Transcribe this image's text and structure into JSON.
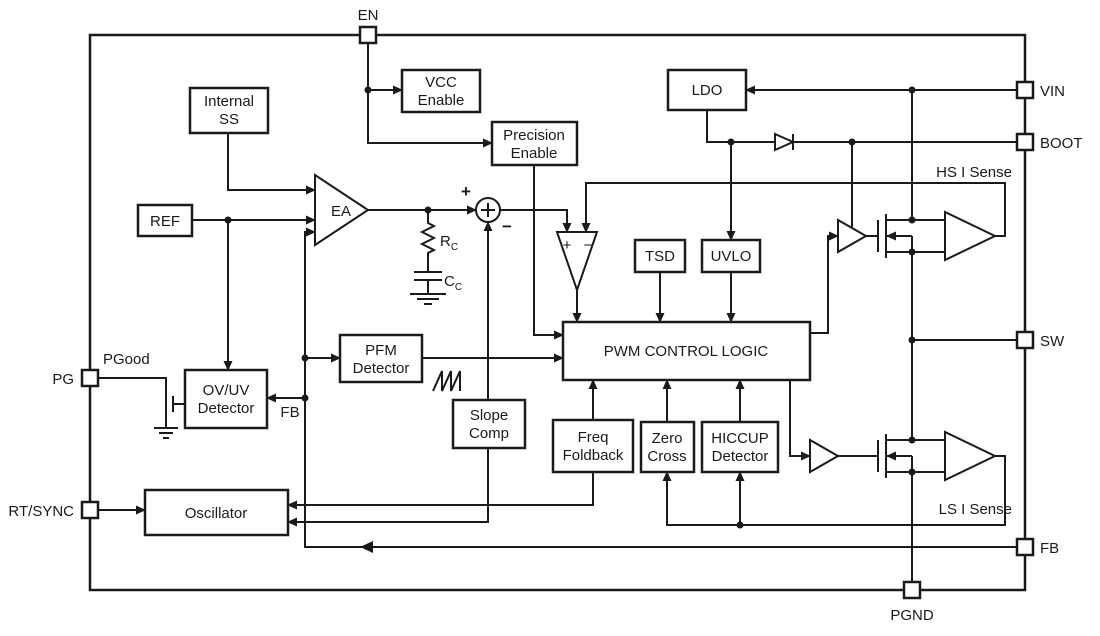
{
  "pins": {
    "en": "EN",
    "vin": "VIN",
    "boot": "BOOT",
    "sw": "SW",
    "fb": "FB",
    "pgnd": "PGND",
    "pg": "PG",
    "rt_sync": "RT/SYNC"
  },
  "blocks": {
    "internal_ss": {
      "line1": "Internal",
      "line2": "SS"
    },
    "vcc_enable": {
      "line1": "VCC",
      "line2": "Enable"
    },
    "ldo": {
      "line1": "LDO"
    },
    "precision_enable": {
      "line1": "Precision",
      "line2": "Enable"
    },
    "ref": {
      "line1": "REF"
    },
    "ea": {
      "line1": "EA"
    },
    "pfm_detector": {
      "line1": "PFM",
      "line2": "Detector"
    },
    "ovuv_detector": {
      "line1": "OV/UV",
      "line2": "Detector"
    },
    "slope_comp": {
      "line1": "Slope",
      "line2": "Comp"
    },
    "tsd": {
      "line1": "TSD"
    },
    "uvlo": {
      "line1": "UVLO"
    },
    "pwm_logic": {
      "line1": "PWM CONTROL LOGIC"
    },
    "freq_foldback": {
      "line1": "Freq",
      "line2": "Foldback"
    },
    "zero_cross": {
      "line1": "Zero",
      "line2": "Cross"
    },
    "hiccup_detector": {
      "line1": "HICCUP",
      "line2": "Detector"
    },
    "oscillator": {
      "line1": "Oscillator"
    }
  },
  "labels": {
    "pgood": "PGood",
    "fb_net": "FB",
    "hs_i_sense": "HS I Sense",
    "ls_i_sense": "LS I Sense",
    "rc_main": "R",
    "rc_sub": "C",
    "cc_main": "C",
    "cc_sub": "C",
    "sum_plus": "+",
    "sum_minus": "−",
    "cmp_plus": "+",
    "cmp_minus": "−"
  },
  "colors": {
    "line": "#1a1a1a",
    "background": "#ffffff"
  }
}
